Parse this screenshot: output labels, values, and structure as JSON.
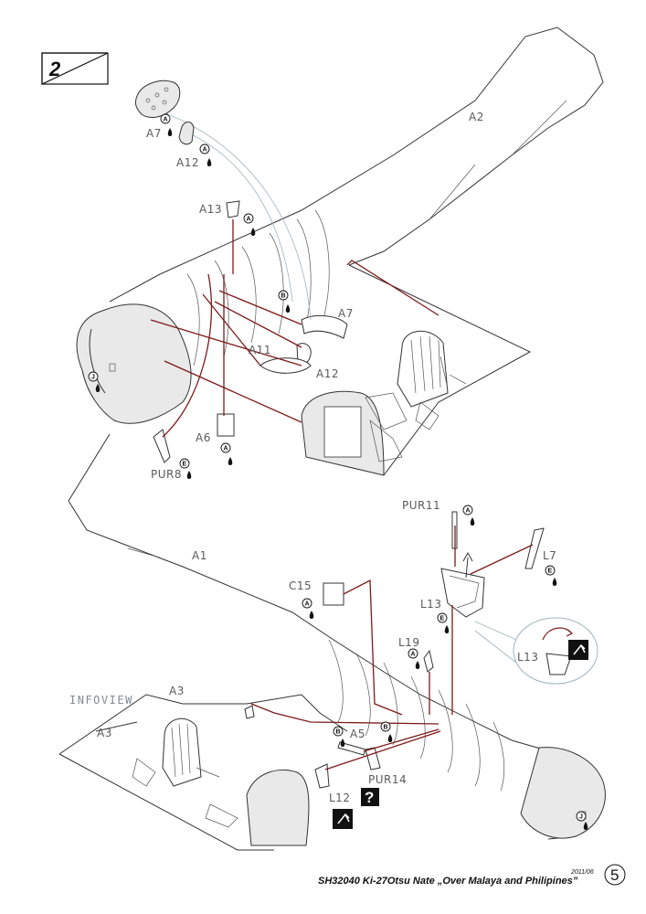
{
  "step": {
    "number": "2"
  },
  "labels": {
    "a2": "A2",
    "a7_top": "A7",
    "a12_top": "A12",
    "a13": "A13",
    "a7_mid": "A7",
    "a11": "A11",
    "a12_mid": "A12",
    "a6": "A6",
    "pur8": "PUR8",
    "pur11": "PUR11",
    "l7": "L7",
    "a1": "A1",
    "c15": "C15",
    "l13": "L13",
    "l13_detail": "L13",
    "l19": "L19",
    "infoview": "INFOVIEW",
    "a3_top": "A3",
    "a3_bottom": "A3",
    "a5": "A5",
    "pur14": "PUR14",
    "l12": "L12"
  },
  "badges": {
    "a7_top": "A",
    "a12_top": "A",
    "a13": "A",
    "b_mid": "B",
    "j_top": "J",
    "a6": "A",
    "pur8": "E",
    "pur11": "A",
    "l7": "E",
    "c15": "A",
    "l13": "E",
    "l19": "A",
    "a5_b": "B",
    "a5_b2": "B",
    "j_bottom": "J"
  },
  "symbols": {
    "unknown": "?"
  },
  "footer": {
    "text": "SH32040  Ki-27Otsu  Nate „Over Malaya and Philipines”",
    "date": "2011/06",
    "page": "5"
  },
  "colors": {
    "guide_line": "#7d1a1a",
    "helper_line": "#9fb4bd",
    "outline": "#333333"
  }
}
